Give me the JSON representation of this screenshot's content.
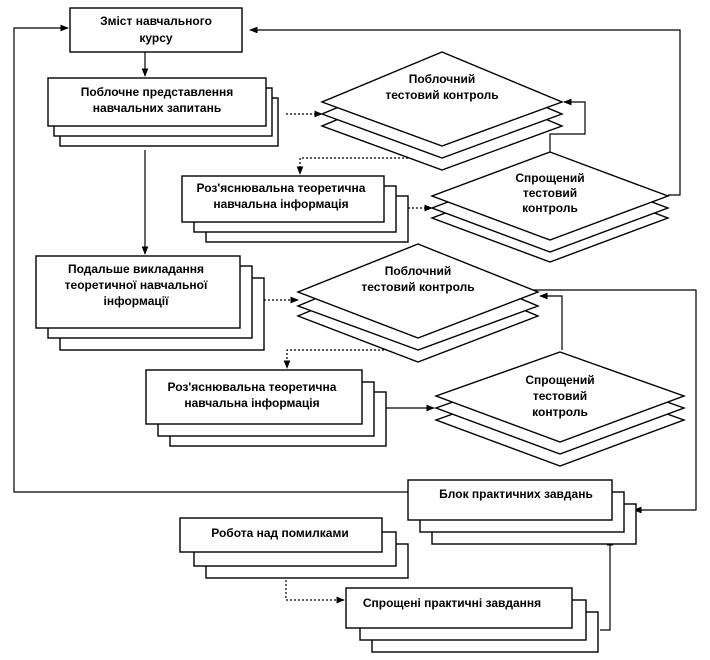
{
  "blocks": {
    "course_content": [
      "Зміст навчального",
      "курсу"
    ],
    "stepwise_presentation": [
      "Поблочне представлення",
      "навчальних запитань"
    ],
    "explanatory_info_1": [
      "Роз'яснювальна теоретична",
      "навчальна інформація"
    ],
    "further_teaching": [
      "Подальше викладання",
      "теоретичної навчальної",
      "інформації"
    ],
    "explanatory_info_2": [
      "Роз'яснювальна теоретична",
      "навчальна інформація"
    ],
    "practical_tasks_block": [
      "Блок практичних завдань"
    ],
    "error_work": [
      "Робота над помилками"
    ],
    "simplified_tasks": [
      "Спрощені практичні завдання"
    ]
  },
  "decisions": {
    "block_test_1": [
      "Поблочний",
      "тестовий контроль"
    ],
    "simplified_test_1": [
      "Спрощений",
      "тестовий",
      "контроль"
    ],
    "block_test_2": [
      "Поблочний",
      "тестовий контроль"
    ],
    "simplified_test_2": [
      "Спрощений",
      "тестовий",
      "контроль"
    ]
  }
}
